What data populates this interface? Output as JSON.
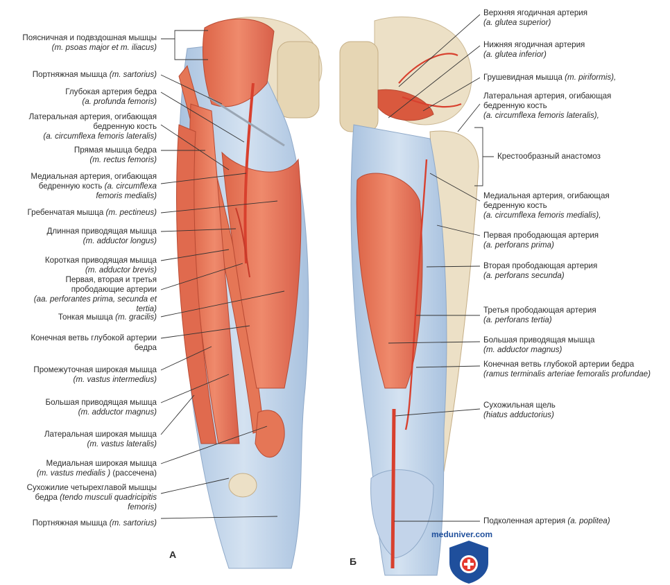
{
  "panels": {
    "a": "А",
    "b": "Б"
  },
  "watermark": "meduniver.com",
  "left_labels": [
    {
      "ru": "Поясничная и подвздошная мышцы",
      "la": "(m. psoas major et m. iliacus)"
    },
    {
      "ru": "Портняжная мышца",
      "la_inline": "(m. sartorius)"
    },
    {
      "ru": "Глубокая артерия бедра",
      "la": "(a. profunda femoris)"
    },
    {
      "ru": "Латеральная артерия, огибающая",
      "ru2": "бедренную кость",
      "la": "(a. circumflexa femoris lateralis)"
    },
    {
      "ru": "Прямая мышца бедра",
      "la": "(m. rectus femoris)"
    },
    {
      "ru": "Медиальная артерия, огибающая",
      "ru2": "бедренную кость",
      "la_inline": "(a. circumflexa",
      "la": "femoris medialis)"
    },
    {
      "ru": "Гребенчатая мышца",
      "la_inline": "(m. pectineus)"
    },
    {
      "ru": "Длинная приводящая мышца",
      "la": "(m. adductor longus)"
    },
    {
      "ru": "Короткая приводящая мышца",
      "la": "(m. adductor brevis)"
    },
    {
      "ru": "Первая, вторая и третья",
      "ru2": "прободающие артерии",
      "la": "(aa. perforantes prima, secunda et",
      "la2": "tertia)"
    },
    {
      "ru": "Тонкая мышца",
      "la_inline": "(m. gracilis)"
    },
    {
      "ru": "Конечная ветвь глубокой артерии",
      "ru2": "бедра"
    },
    {
      "ru": "Промежуточная широкая мышца",
      "la": "(m. vastus intermedius)"
    },
    {
      "ru": "Большая приводящая мышца",
      "la": "(m. adductor magnus)"
    },
    {
      "ru": "Латеральная широкая мышца",
      "la": "(m. vastus lateralis)"
    },
    {
      "ru": "Медиальная широкая мышца",
      "la": "(m. vastus medialis )",
      "ru_after": "(рассечена)"
    },
    {
      "ru": "Сухожилие четырехглавой мышцы",
      "ru2": "бедра",
      "la_inline": "(tendo musculi quadricipitis",
      "la": "femoris)"
    },
    {
      "ru": "Портняжная мышца",
      "la_inline": "(m. sartorius)"
    }
  ],
  "right_labels": [
    {
      "ru": "Верхняя ягодичная артерия",
      "la": "(a. glutea superior)"
    },
    {
      "ru": "Нижняя ягодичная артерия",
      "la": "(a. glutea inferior)"
    },
    {
      "ru": "Грушевидная мышца",
      "la_inline": "(m. piriformis),"
    },
    {
      "ru": "Латеральная артерия, огибающая",
      "ru2": "бедренную кость",
      "la": "(a. circumflexa femoris lateralis),"
    },
    {
      "ru": "Крестообразный анастомоз"
    },
    {
      "ru": "Медиальная артерия, огибающая",
      "ru2": "бедренную кость",
      "la": "(a. circumflexa femoris medialis),"
    },
    {
      "ru": "Первая прободающая артерия",
      "la": "(a. perforans prima)"
    },
    {
      "ru": "Вторая прободающая артерия",
      "la": "(a. perforans secunda)"
    },
    {
      "ru": "Третья прободающая артерия",
      "la": "(a. perforans tertia)"
    },
    {
      "ru": "Большая приводящая мышца",
      "la": "(m. adductor magnus)"
    },
    {
      "ru": "Конечная ветвь глубокой артерии бедра",
      "la": "(ramus terminalis arteriae femoralis profundae)"
    },
    {
      "ru": "Сухожильная щель",
      "la": "(hiatus adductorius)"
    },
    {
      "ru": "Подколенная артерия",
      "la_inline": "(a. poplitea)"
    }
  ],
  "colors": {
    "muscle": "#e8765a",
    "muscle_dark": "#c9553d",
    "fascia": "#b9cfe6",
    "bone": "#e9dcc0",
    "artery": "#d8402e"
  }
}
